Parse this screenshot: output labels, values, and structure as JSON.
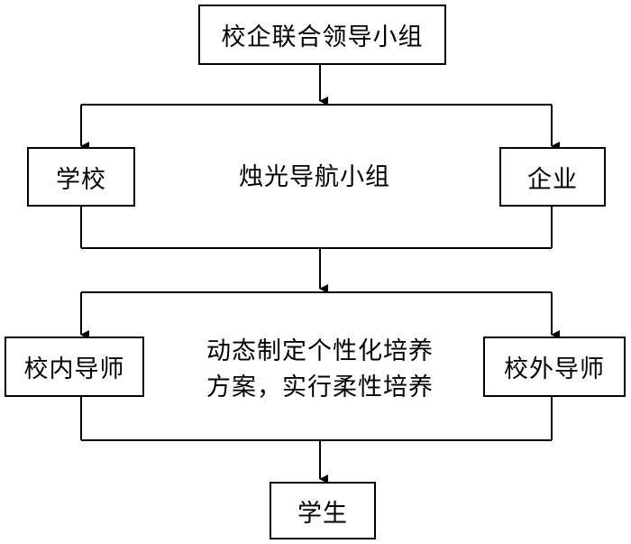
{
  "nodes": {
    "leadership": "校企联合领导小组",
    "school": "学校",
    "enterprise": "企业",
    "torch_group": "烛光导航小组",
    "inner_mentor": "校内导师",
    "outer_mentor": "校外导师",
    "plan_line1": "动态制定个性化培养",
    "plan_line2": "方案，实行柔性培养",
    "student": "学生"
  },
  "colors": {
    "stroke": "#000000",
    "background": "#ffffff"
  }
}
